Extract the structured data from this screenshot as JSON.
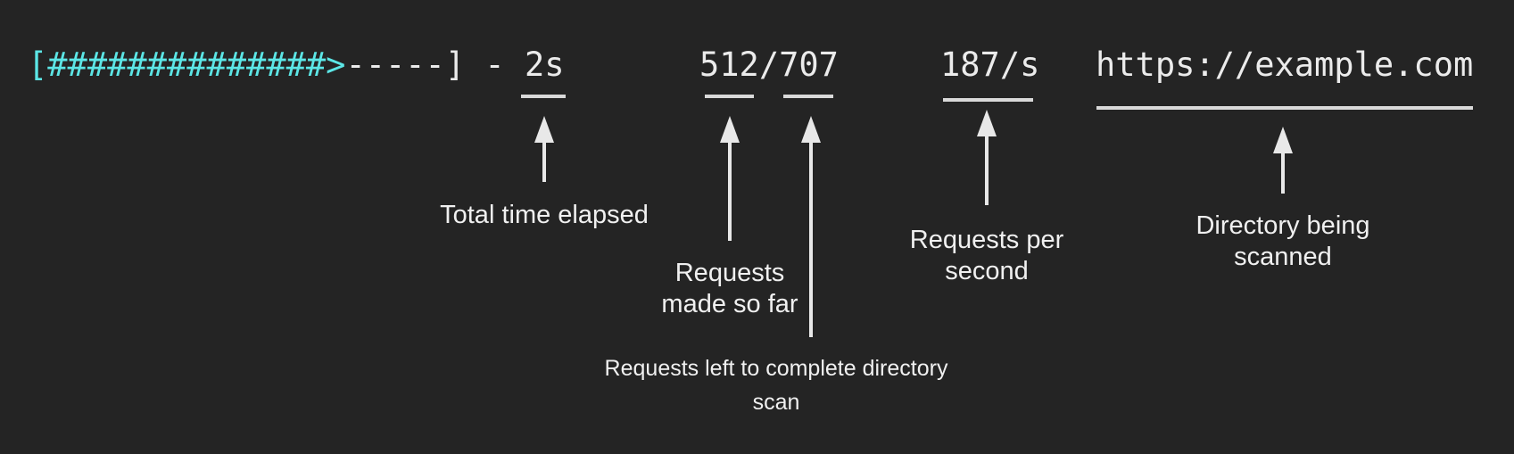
{
  "colors": {
    "background": "#242424",
    "progress_accent_cyan": "#5ce6e6",
    "terminal_text": "#ebebeb",
    "annotation_text": "#f0f0f0",
    "underline_arrow": "#d9d9d9"
  },
  "terminal": {
    "bracket_open": "[",
    "progress_fill": "##############",
    "progress_head": ">",
    "progress_remaining": "-----",
    "bracket_close": "]",
    "dash_separator": " - ",
    "time_elapsed": "2s",
    "requests_made": "512",
    "count_divider": "/",
    "requests_total": "707",
    "request_rate": "187/s",
    "target_url": "https://example.com"
  },
  "annotations": {
    "time_elapsed": {
      "label": "Total time elapsed"
    },
    "requests_made": {
      "line1": "Requests",
      "line2": "made so far"
    },
    "requests_left": {
      "line1": "Requests left to complete directory",
      "line2": "scan"
    },
    "request_rate": {
      "line1": "Requests per",
      "line2": "second"
    },
    "target_url": {
      "line1": "Directory being",
      "line2": "scanned"
    }
  }
}
